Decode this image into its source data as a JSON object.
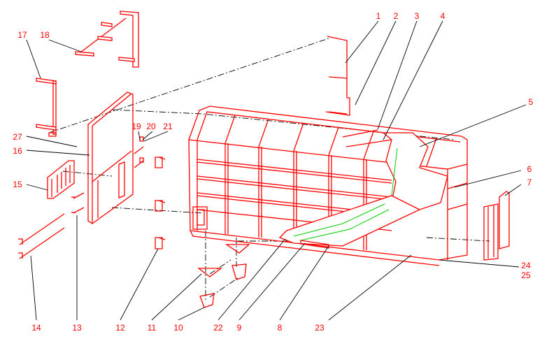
{
  "diagram": {
    "type": "exploded-parts-diagram",
    "line_color": "#ff0000",
    "label_color": "#ff0000",
    "highlight_color": "#00cc00",
    "callouts": [
      "1",
      "2",
      "3",
      "4",
      "5",
      "6",
      "7",
      "8",
      "9",
      "10",
      "11",
      "12",
      "13",
      "14",
      "15",
      "16",
      "17",
      "18",
      "19",
      "20",
      "21",
      "22",
      "23",
      "24",
      "25",
      "27"
    ]
  }
}
